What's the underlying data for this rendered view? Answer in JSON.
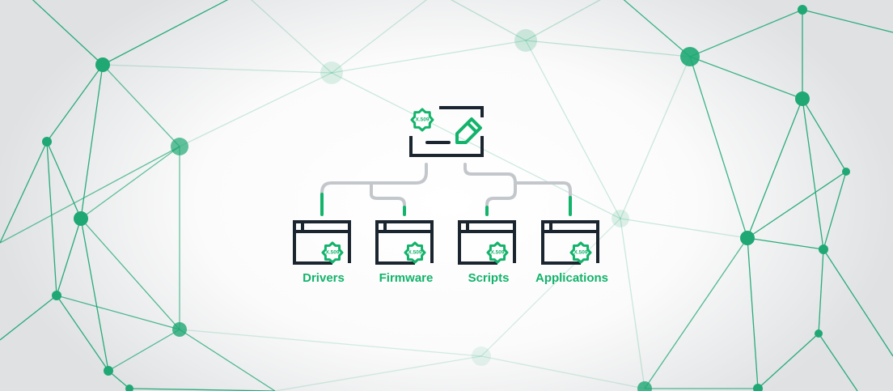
{
  "diagram": {
    "root": {
      "name": "code-signing",
      "badge": "X.509"
    },
    "children": [
      {
        "label": "Drivers",
        "badge": "X.509"
      },
      {
        "label": "Firmware",
        "badge": "X.509"
      },
      {
        "label": "Scripts",
        "badge": "X.509"
      },
      {
        "label": "Applications",
        "badge": "X.509"
      }
    ]
  },
  "colors": {
    "accent": "#12b36a",
    "dark": "#1b2530",
    "connector": "#c3c7cb",
    "network": "#1fa874"
  }
}
